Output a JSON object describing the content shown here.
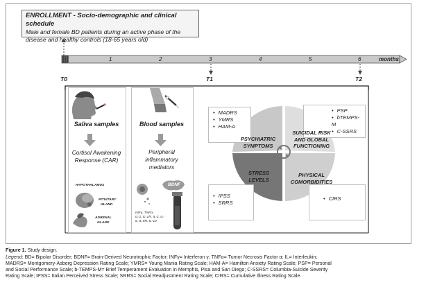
{
  "enrollment": {
    "title": "ENROLLMENT - Socio-demographic and clinical schedule",
    "text_line1": "Male and female BD patients during an active phase of the",
    "text_line2": "disease and healthy controls (18-65 years old)"
  },
  "timeline": {
    "months_label": "months",
    "ticks": [
      "1",
      "2",
      "3",
      "4",
      "5",
      "6"
    ],
    "timepoints": [
      "T0",
      "T1",
      "T2"
    ]
  },
  "saliva": {
    "title": "Saliva samples",
    "result_line1": "Cortisol Awakening",
    "result_line2": "Response (CAR)",
    "hypothalamus": "HYPOTHALAMUS",
    "pituitary_line1": "PITUITARY",
    "pituitary_line2": "GLAND",
    "adrenal_line1": "ADRENAL",
    "adrenal_line2": "GLAND"
  },
  "blood": {
    "title": "Blood samples",
    "result_line1": "Peripheral",
    "result_line2": "inflammatory",
    "result_line3": "mediators",
    "bdnf": "BDNF",
    "mediators_line1": "INFγ, TNFα,",
    "mediators_line2": "IL-1, IL-1R, IL-2, IL-",
    "mediators_line3": "6, IL-6R, IL-10"
  },
  "assessments": {
    "psychiatric": {
      "items": [
        "MADRS",
        "YMRS",
        "HAM-A"
      ],
      "label_line1": "PSYCHIATRIC",
      "label_line2": "SYMPTOMS"
    },
    "suicidal": {
      "items": [
        "PSP",
        "bTEMPS-M",
        "C-SSRS"
      ],
      "label_line1": "SUICIDAL RISK",
      "label_line2": "AND GLOBAL",
      "label_line3": "FUNCTIONING"
    },
    "stress": {
      "items": [
        "IPSS",
        "SRRS"
      ],
      "label_line1": "STRESS",
      "label_line2": "LEVELS"
    },
    "physical": {
      "items": [
        "CIRS"
      ],
      "label_line1": "PHYSICAL",
      "label_line2": "COMORBIDITIES"
    }
  },
  "caption": {
    "figure_label": "Figure 1.",
    "figure_title": "Study design.",
    "legend_label": "Legend",
    "legend_line1": ": BD= Bipolar Disorder; BDNF= Brain-Derived Neurotrophic Factor; INFγ= Interferon γ; TNFα= Tumor Necrosis Factor α; IL= Interleukin;",
    "legend_line2": "MADRS= Montgomery-Asberg Depression Rating Scale; YMRS= Young Mania Rating Scale; HAM-A= Hamilton Anxiety Rating Scale; PSP= Personal",
    "legend_line3": "and Social Performance Scale; b-TEMPS-M= Brief Temperament Evaluation in Memphis, Pisa and San Diego; C-SSRS= Columbia-Suicide Severity",
    "legend_line4": "Rating Scale; IPSS= Italian Perceived Stress Scale; SRRS= Social Readjustment Rating Scale; CIRS= Cumulative Illness Rating Scale."
  }
}
